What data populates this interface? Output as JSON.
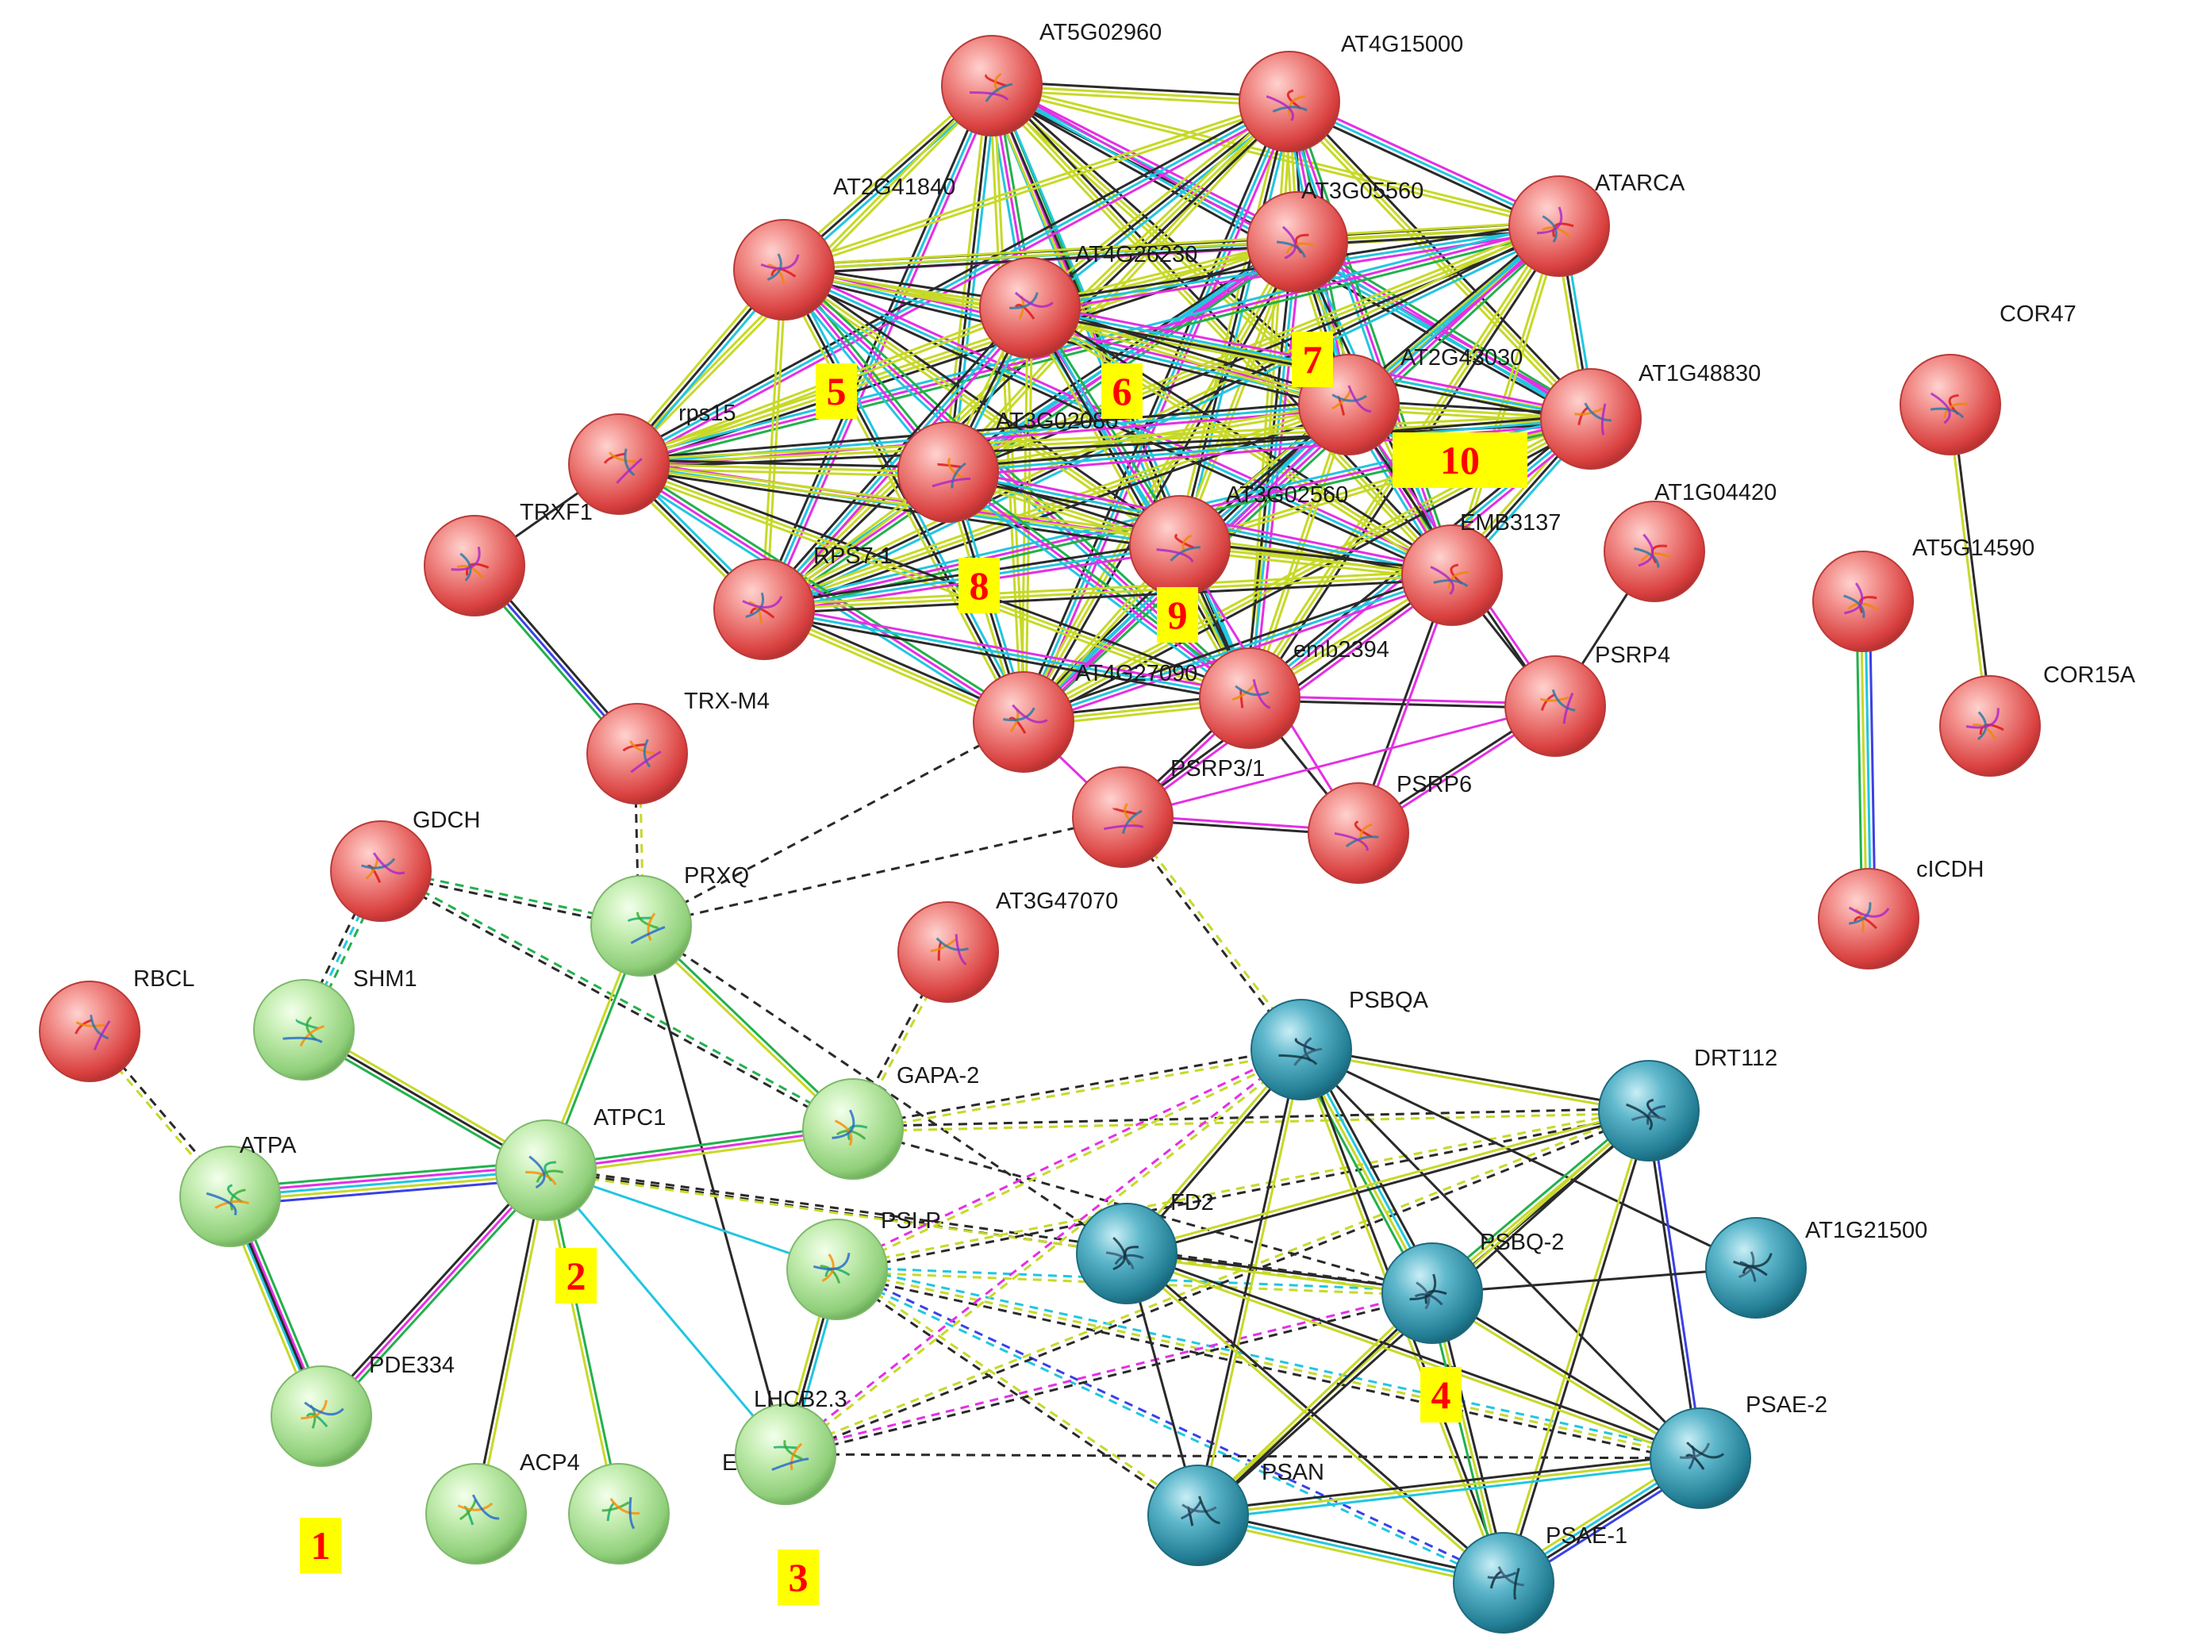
{
  "colors": {
    "red_cluster": "#e0494b",
    "green_cluster": "#9fd98a",
    "teal_cluster": "#2b8fa6",
    "cluster_label_bg": "#ffff00",
    "cluster_label_text": "#ff0000"
  },
  "edge_palette": {
    "g": "#22b14c",
    "m": "#e52fe5",
    "c": "#21c6e0",
    "y": "#c7d927",
    "k": "#2a2a2a",
    "b": "#3a40e6",
    "p": "#d9d94a"
  },
  "nodes": [
    {
      "id": "AT5G02960",
      "label": "AT5G02960",
      "group": "red"
    },
    {
      "id": "AT4G15000",
      "label": "AT4G15000",
      "group": "red"
    },
    {
      "id": "AT3G05560",
      "label": "AT3G05560",
      "group": "red"
    },
    {
      "id": "ATARCA",
      "label": "ATARCA",
      "group": "red"
    },
    {
      "id": "AT2G41840",
      "label": "AT2G41840",
      "group": "red"
    },
    {
      "id": "AT4G26230",
      "label": "AT4G26230",
      "group": "red"
    },
    {
      "id": "AT2G43030",
      "label": "AT2G43030",
      "group": "red"
    },
    {
      "id": "AT1G48830",
      "label": "AT1G48830",
      "group": "red"
    },
    {
      "id": "rps15",
      "label": "rps15",
      "group": "red"
    },
    {
      "id": "AT3G02080",
      "label": "AT3G02080",
      "group": "red"
    },
    {
      "id": "AT3G02560",
      "label": "AT3G02560",
      "group": "red"
    },
    {
      "id": "EMB3137",
      "label": "EMB3137",
      "group": "red"
    },
    {
      "id": "AT1G04420",
      "label": "AT1G04420",
      "group": "red"
    },
    {
      "id": "TRXF1",
      "label": "TRXF1",
      "group": "red"
    },
    {
      "id": "RPS7.1",
      "label": "RPS7.1",
      "group": "red"
    },
    {
      "id": "AT4G27090",
      "label": "AT4G27090",
      "group": "red"
    },
    {
      "id": "emb2394",
      "label": "emb2394",
      "group": "red"
    },
    {
      "id": "PSRP4",
      "label": "PSRP4",
      "group": "red"
    },
    {
      "id": "TRX-M4",
      "label": "TRX-M4",
      "group": "red"
    },
    {
      "id": "PSRP3/1",
      "label": "PSRP3/1",
      "group": "red"
    },
    {
      "id": "PSRP6",
      "label": "PSRP6",
      "group": "red"
    },
    {
      "id": "COR47",
      "label": "COR47",
      "group": "red"
    },
    {
      "id": "AT5G14590",
      "label": "AT5G14590",
      "group": "red"
    },
    {
      "id": "COR15A",
      "label": "COR15A",
      "group": "red"
    },
    {
      "id": "cICDH",
      "label": "cICDH",
      "group": "red"
    },
    {
      "id": "GDCH",
      "label": "GDCH",
      "group": "red"
    },
    {
      "id": "AT3G47070",
      "label": "AT3G47070",
      "group": "red"
    },
    {
      "id": "RBCL",
      "label": "RBCL",
      "group": "red"
    },
    {
      "id": "PRXQ",
      "label": "PRXQ",
      "group": "green"
    },
    {
      "id": "SHM1",
      "label": "SHM1",
      "group": "green"
    },
    {
      "id": "ATPA",
      "label": "ATPA",
      "group": "green"
    },
    {
      "id": "ATPC1",
      "label": "ATPC1",
      "group": "green"
    },
    {
      "id": "GAPA-2",
      "label": "GAPA-2",
      "group": "green"
    },
    {
      "id": "PSI-P",
      "label": "PSI-P",
      "group": "green"
    },
    {
      "id": "PDE334",
      "label": "PDE334",
      "group": "green"
    },
    {
      "id": "ACP4",
      "label": "ACP4",
      "group": "green"
    },
    {
      "id": "ACP4b",
      "label": "",
      "group": "green"
    },
    {
      "id": "EMB1030",
      "label": "EMB1030",
      "group": "green"
    },
    {
      "id": "LHCB2.3",
      "label": "LHCB2.3",
      "group": "green"
    },
    {
      "id": "PSBQA",
      "label": "PSBQA",
      "group": "teal"
    },
    {
      "id": "DRT112",
      "label": "DRT112",
      "group": "teal"
    },
    {
      "id": "FD2",
      "label": "FD2",
      "group": "teal"
    },
    {
      "id": "PSBQ-2",
      "label": "PSBQ-2",
      "group": "teal"
    },
    {
      "id": "AT1G21500",
      "label": "AT1G21500",
      "group": "teal"
    },
    {
      "id": "PSAE-2",
      "label": "PSAE-2",
      "group": "teal"
    },
    {
      "id": "PSAN",
      "label": "PSAN",
      "group": "teal"
    },
    {
      "id": "PSAE-1",
      "label": "PSAE-1",
      "group": "teal"
    }
  ],
  "edges": [
    {
      "s": "TRXF1",
      "t": "TRX-M4",
      "c": "kbg"
    },
    {
      "s": "COR47",
      "t": "COR15A",
      "c": "ky"
    },
    {
      "s": "AT5G14590",
      "t": "cICDH",
      "c": "bcyg"
    },
    {
      "s": "AT1G04420",
      "t": "PSRP4",
      "c": "k"
    },
    {
      "s": "SHM1",
      "t": "GDCH",
      "c": "kcg",
      "d": 1
    },
    {
      "s": "RBCL",
      "t": "ATPA",
      "c": "ky",
      "d": 1
    },
    {
      "s": "TRX-M4",
      "t": "PRXQ",
      "c": "yk",
      "d": 1
    },
    {
      "s": "AT3G47070",
      "t": "GAPA-2",
      "c": "yk",
      "d": 1
    },
    {
      "s": "PSRP3/1",
      "t": "PSBQA",
      "c": "yk",
      "d": 1
    },
    {
      "s": "GDCH",
      "t": "PRXQ",
      "c": "gk",
      "d": 1
    },
    {
      "s": "GDCH",
      "t": "GAPA-2",
      "c": "gk",
      "d": 1
    },
    {
      "s": "PRXQ",
      "t": "AT4G27090",
      "c": "k",
      "d": 1
    },
    {
      "s": "PRXQ",
      "t": "PSRP3/1",
      "c": "k",
      "d": 1
    },
    {
      "s": "PRXQ",
      "t": "ATPC1",
      "c": "gy"
    },
    {
      "s": "PRXQ",
      "t": "GAPA-2",
      "c": "gy"
    },
    {
      "s": "PRXQ",
      "t": "FD2",
      "c": "k",
      "d": 1
    },
    {
      "s": "PRXQ",
      "t": "EMB1030",
      "c": "k"
    },
    {
      "s": "ATPA",
      "t": "ATPC1",
      "c": "gmcyb"
    },
    {
      "s": "ATPA",
      "t": "PDE334",
      "c": "gmcy"
    },
    {
      "s": "ATPC1",
      "t": "SHM1",
      "c": "gky"
    },
    {
      "s": "ATPC1",
      "t": "PDE334",
      "c": "gmk"
    },
    {
      "s": "ATPC1",
      "t": "ACP4",
      "c": "yk"
    },
    {
      "s": "ATPC1",
      "t": "ACP4b",
      "c": "gy"
    },
    {
      "s": "ATPC1",
      "t": "EMB1030",
      "c": "c"
    },
    {
      "s": "ATPC1",
      "t": "GAPA-2",
      "c": "gmy"
    },
    {
      "s": "ATPC1",
      "t": "PSI-P",
      "c": "c"
    },
    {
      "s": "ATPC1",
      "t": "FD2",
      "c": "k",
      "d": 1
    },
    {
      "s": "ATPC1",
      "t": "PSBQ-2",
      "c": "ky",
      "d": 1
    },
    {
      "s": "PDE334",
      "t": "ATPA",
      "c": "k"
    },
    {
      "s": "PSI-P",
      "t": "EMB1030",
      "c": "cky"
    },
    {
      "s": "GAPA-2",
      "t": "PSBQA",
      "c": "ky",
      "d": 1
    },
    {
      "s": "GAPA-2",
      "t": "DRT112",
      "c": "ky",
      "d": 1
    },
    {
      "s": "GAPA-2",
      "t": "PSBQ-2",
      "c": "k",
      "d": 1
    },
    {
      "s": "PSI-P",
      "t": "PSBQA",
      "c": "my",
      "d": 1
    },
    {
      "s": "PSI-P",
      "t": "DRT112",
      "c": "yk",
      "d": 1
    },
    {
      "s": "PSI-P",
      "t": "PSBQ-2",
      "c": "cy",
      "d": 1
    },
    {
      "s": "PSI-P",
      "t": "PSAE-2",
      "c": "cyk",
      "d": 1
    },
    {
      "s": "PSI-P",
      "t": "PSAE-1",
      "c": "bc",
      "d": 1
    },
    {
      "s": "PSI-P",
      "t": "PSAN",
      "c": "yk",
      "d": 1
    },
    {
      "s": "EMB1030",
      "t": "PSBQA",
      "c": "my",
      "d": 1
    },
    {
      "s": "EMB1030",
      "t": "PSBQ-2",
      "c": "mk",
      "d": 1
    },
    {
      "s": "EMB1030",
      "t": "DRT112",
      "c": "yk",
      "d": 1
    },
    {
      "s": "EMB1030",
      "t": "PSAE-2",
      "c": "k",
      "d": 1
    },
    {
      "s": "PSBQA",
      "t": "FD2",
      "c": "ky"
    },
    {
      "s": "PSBQA",
      "t": "PSBQ-2",
      "c": "kcyg"
    },
    {
      "s": "PSBQA",
      "t": "DRT112",
      "c": "ky"
    },
    {
      "s": "PSBQA",
      "t": "PSAN",
      "c": "yk"
    },
    {
      "s": "PSBQA",
      "t": "PSAE-1",
      "c": "ky"
    },
    {
      "s": "PSBQA",
      "t": "PSAE-2",
      "c": "k"
    },
    {
      "s": "PSBQA",
      "t": "AT1G21500",
      "c": "k"
    },
    {
      "s": "DRT112",
      "t": "PSBQ-2",
      "c": "kyg"
    },
    {
      "s": "DRT112",
      "t": "PSAE-2",
      "c": "bk"
    },
    {
      "s": "DRT112",
      "t": "PSAN",
      "c": "ky"
    },
    {
      "s": "DRT112",
      "t": "PSAE-1",
      "c": "ky"
    },
    {
      "s": "DRT112",
      "t": "FD2",
      "c": "ky"
    },
    {
      "s": "FD2",
      "t": "PSBQ-2",
      "c": "ky"
    },
    {
      "s": "FD2",
      "t": "PSAN",
      "c": "k"
    },
    {
      "s": "FD2",
      "t": "PSAE-2",
      "c": "ky"
    },
    {
      "s": "FD2",
      "t": "PSAE-1",
      "c": "ky"
    },
    {
      "s": "PSBQ-2",
      "t": "AT1G21500",
      "c": "k"
    },
    {
      "s": "PSBQ-2",
      "t": "PSAN",
      "c": "ky"
    },
    {
      "s": "PSBQ-2",
      "t": "PSAE-1",
      "c": "kyg"
    },
    {
      "s": "PSBQ-2",
      "t": "PSAE-2",
      "c": "ky"
    },
    {
      "s": "PSAN",
      "t": "PSAE-2",
      "c": "kyc"
    },
    {
      "s": "PSAN",
      "t": "PSAE-1",
      "c": "kcy"
    },
    {
      "s": "PSAE-2",
      "t": "PSAE-1",
      "c": "bkcy"
    },
    {
      "s": "AT4G27090",
      "t": "PSRP3/1",
      "c": "m"
    },
    {
      "s": "emb2394",
      "t": "PSRP3/1",
      "c": "mk"
    },
    {
      "s": "emb2394",
      "t": "PSRP6",
      "c": "k"
    },
    {
      "s": "emb2394",
      "t": "PSRP4",
      "c": "mk"
    },
    {
      "s": "EMB3137",
      "t": "PSRP4",
      "c": "k"
    },
    {
      "s": "EMB3137",
      "t": "PSRP6",
      "c": "mk"
    },
    {
      "s": "EMB3137",
      "t": "PSRP3/1",
      "c": "mk"
    },
    {
      "s": "PSRP4",
      "t": "PSRP3/1",
      "c": "m"
    },
    {
      "s": "PSRP4",
      "t": "PSRP6",
      "c": "mk"
    },
    {
      "s": "PSRP3/1",
      "t": "PSRP6",
      "c": "mk"
    },
    {
      "s": "AT3G02560",
      "t": "PSRP6",
      "c": "m"
    },
    {
      "s": "AT2G43030",
      "t": "PSRP4",
      "c": "mk"
    },
    {
      "s": "rps15",
      "t": "TRXF1",
      "c": "k"
    }
  ],
  "dense_nodes": [
    "AT5G02960",
    "AT4G15000",
    "AT3G05560",
    "ATARCA",
    "AT2G41840",
    "AT4G26230",
    "AT2G43030",
    "AT1G48830",
    "rps15",
    "AT3G02080",
    "AT3G02560",
    "EMB3137",
    "RPS7.1",
    "AT4G27090",
    "emb2394"
  ],
  "dense_palette": "gmckyy",
  "cluster_labels": [
    {
      "text": "1"
    },
    {
      "text": "2"
    },
    {
      "text": "3"
    },
    {
      "text": "4"
    },
    {
      "text": "5"
    },
    {
      "text": "6"
    },
    {
      "text": "7"
    },
    {
      "text": "8"
    },
    {
      "text": "9"
    },
    {
      "text": "10"
    }
  ]
}
